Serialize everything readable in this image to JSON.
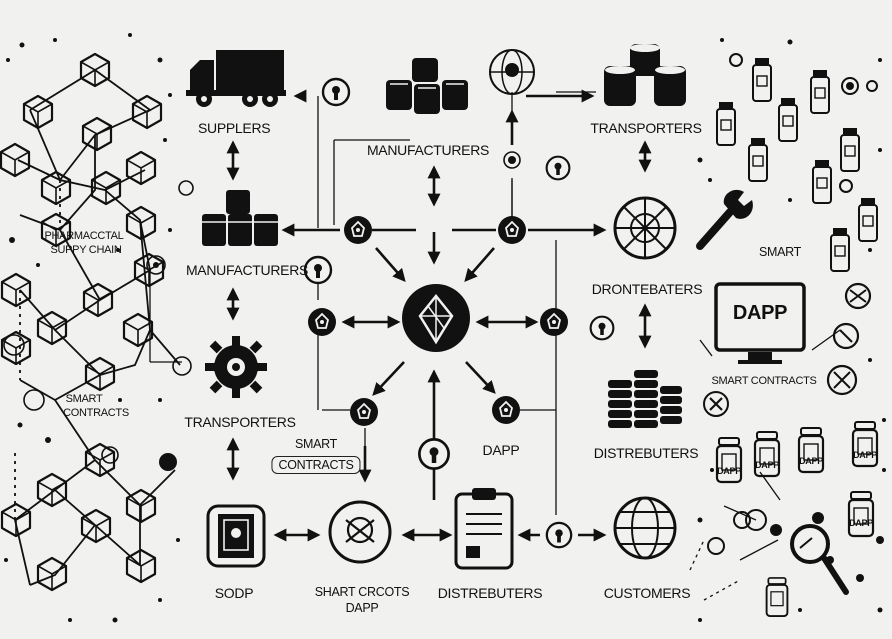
{
  "labels": {
    "suppliers": "SUPPLERS",
    "manufacturers_top": "MANUFACTURERS",
    "transporters_top": "TRANSPORTERS",
    "pharma_line1": "PHARMACCTAL",
    "pharma_line2": "SUPPY CHAIN",
    "manufacturers_left": "MANUFACTURERS",
    "drontebaters": "DRONTEBATERS",
    "smart_right": "SMART",
    "dapp_screen": "DAPP",
    "smart_contracts_right": "SMART CONTRACTS",
    "smart_contracts_left_1": "SMART",
    "smart_contracts_left_2": "CONTRACTS",
    "transporters_left": "TRANSPORTERS",
    "smart_contracts_center_1": "SMART",
    "smart_contracts_center_2": "CONTRACTS",
    "dapp_center": "DAPP",
    "distrebuters_right": "DISTREBUTERS",
    "sodp": "SODP",
    "smart_crcots_1": "SHART CRCOTS",
    "smart_crcots_2": "DAPP",
    "distrebuters_bottom": "DISTREBUTERS",
    "customers": "CUSTOMERS",
    "jar1": "DAPP",
    "jar2": "DAPP",
    "jar3": "DAPP",
    "jar4": "DAPP",
    "jar5": "DAPP"
  }
}
